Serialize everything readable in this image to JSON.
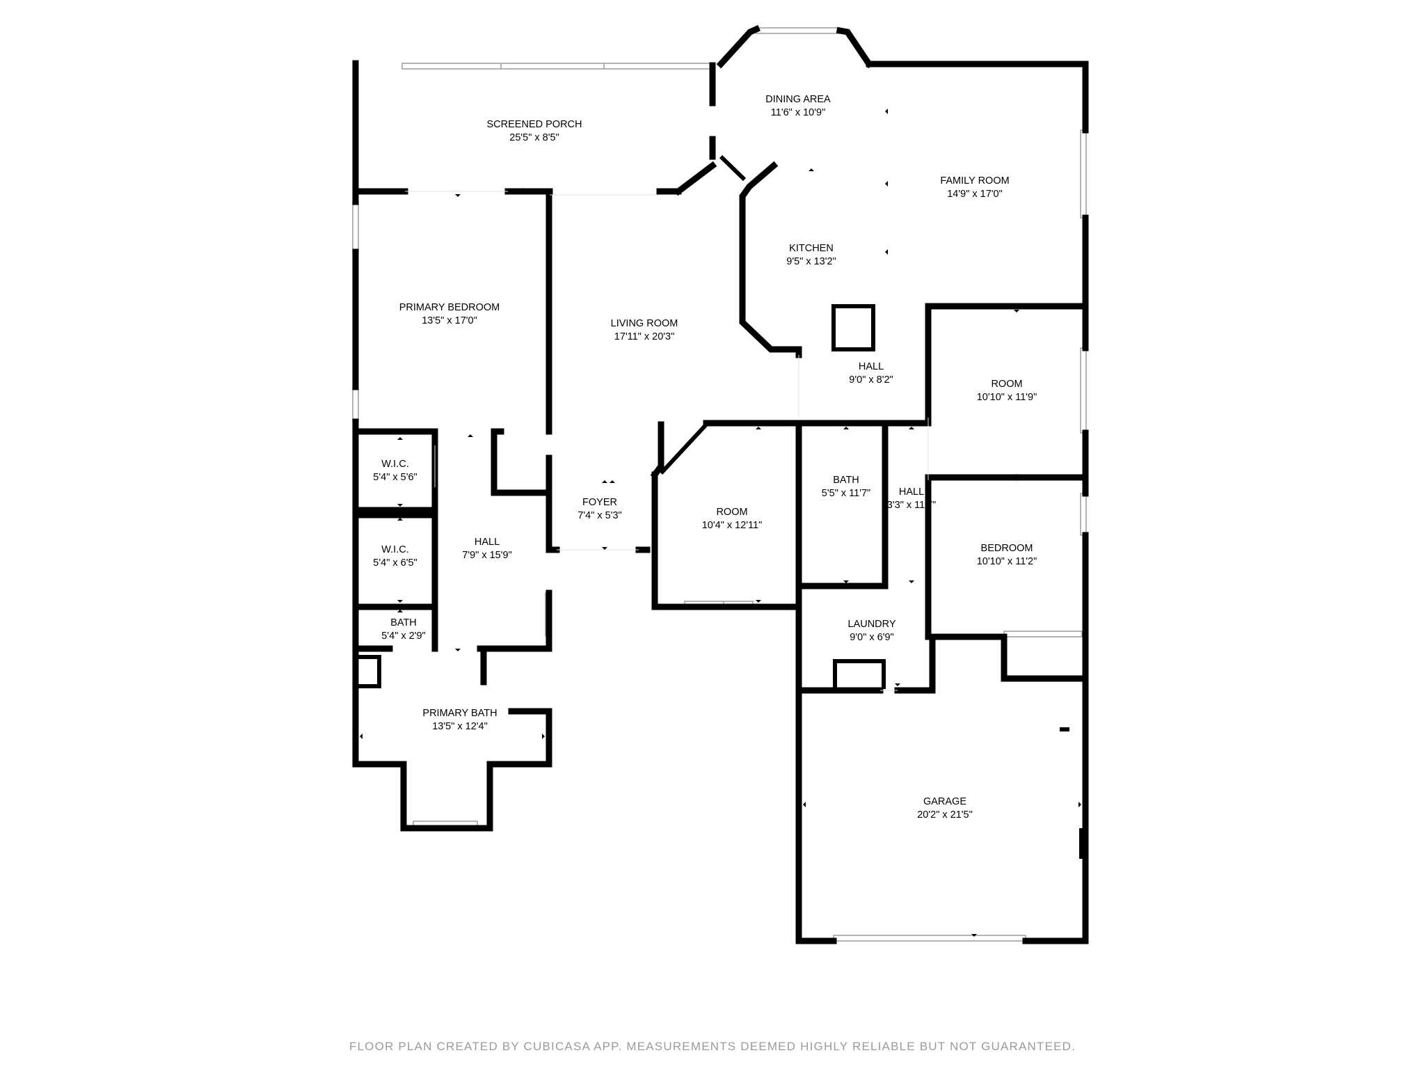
{
  "rooms": {
    "screened_porch": {
      "name": "SCREENED PORCH",
      "dim": "25'5\" x 8'5\""
    },
    "dining_area": {
      "name": "DINING AREA",
      "dim": "11'6\" x 10'9\""
    },
    "family_room": {
      "name": "FAMILY ROOM",
      "dim": "14'9\" x 17'0\""
    },
    "kitchen": {
      "name": "KITCHEN",
      "dim": "9'5\" x 13'2\""
    },
    "primary_bedroom": {
      "name": "PRIMARY BEDROOM",
      "dim": "13'5\" x 17'0\""
    },
    "living_room": {
      "name": "LIVING ROOM",
      "dim": "17'11\" x 20'3\""
    },
    "hall_center": {
      "name": "HALL",
      "dim": "9'0\" x 8'2\""
    },
    "room_east": {
      "name": "ROOM",
      "dim": "10'10\" x 11'9\""
    },
    "wic_1": {
      "name": "W.I.C.",
      "dim": "5'4\" x 5'6\""
    },
    "wic_2": {
      "name": "W.I.C.",
      "dim": "5'4\" x 6'5\""
    },
    "hall_west": {
      "name": "HALL",
      "dim": "7'9\" x 15'9\""
    },
    "foyer": {
      "name": "FOYER",
      "dim": "7'4\" x 5'3\""
    },
    "room_center": {
      "name": "ROOM",
      "dim": "10'4\" x 12'11\""
    },
    "bath_center": {
      "name": "BATH",
      "dim": "5'5\" x 11'7\""
    },
    "hall_east": {
      "name": "HALL",
      "dim": "3'3\" x 11'7\""
    },
    "bedroom": {
      "name": "BEDROOM",
      "dim": "10'10\" x 11'2\""
    },
    "bath_small": {
      "name": "BATH",
      "dim": "5'4\" x 2'9\""
    },
    "laundry": {
      "name": "LAUNDRY",
      "dim": "9'0\" x 6'9\""
    },
    "primary_bath": {
      "name": "PRIMARY BATH",
      "dim": "13'5\" x 12'4\""
    },
    "garage": {
      "name": "GARAGE",
      "dim": "20'2\" x 21'5\""
    }
  },
  "footer": "FLOOR PLAN CREATED BY CUBICASA APP. MEASUREMENTS DEEMED HIGHLY RELIABLE BUT NOT GUARANTEED."
}
